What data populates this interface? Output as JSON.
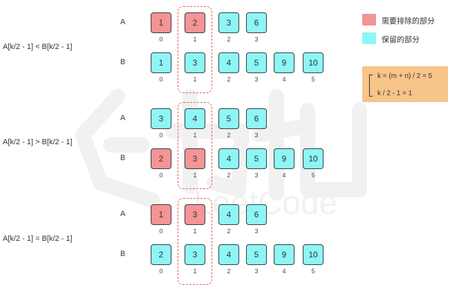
{
  "legend": {
    "remove_label": "需要排除的部分",
    "keep_label": "保留的部分",
    "remove_color": "#f49494",
    "keep_color": "#8ef5f5"
  },
  "formula": {
    "line1": "k = (m + n) / 2 = 5",
    "line2": "k / 2 - 1 = 1"
  },
  "watermark": {
    "text": "LeetCode",
    "brand_glyphs": "力扣"
  },
  "cases": [
    {
      "condition": "A[k/2 - 1] < B[k/2 - 1]",
      "arrays": [
        {
          "label": "A",
          "cells": [
            {
              "value": "1",
              "state": "remove"
            },
            {
              "value": "2",
              "state": "remove"
            },
            {
              "value": "3",
              "state": "keep"
            },
            {
              "value": "6",
              "state": "keep"
            }
          ],
          "indices": [
            "0",
            "1",
            "2",
            "3"
          ]
        },
        {
          "label": "B",
          "cells": [
            {
              "value": "1",
              "state": "keep"
            },
            {
              "value": "3",
              "state": "keep"
            },
            {
              "value": "4",
              "state": "keep"
            },
            {
              "value": "5",
              "state": "keep"
            },
            {
              "value": "9",
              "state": "keep"
            },
            {
              "value": "10",
              "state": "keep"
            }
          ],
          "indices": [
            "0",
            "1",
            "2",
            "3",
            "4",
            "5"
          ]
        }
      ]
    },
    {
      "condition": "A[k/2 - 1] > B[k/2 - 1]",
      "arrays": [
        {
          "label": "A",
          "cells": [
            {
              "value": "3",
              "state": "keep"
            },
            {
              "value": "4",
              "state": "keep"
            },
            {
              "value": "5",
              "state": "keep"
            },
            {
              "value": "6",
              "state": "keep"
            }
          ],
          "indices": [
            "0",
            "1",
            "2",
            "3"
          ]
        },
        {
          "label": "B",
          "cells": [
            {
              "value": "2",
              "state": "remove"
            },
            {
              "value": "3",
              "state": "remove"
            },
            {
              "value": "4",
              "state": "keep"
            },
            {
              "value": "5",
              "state": "keep"
            },
            {
              "value": "9",
              "state": "keep"
            },
            {
              "value": "10",
              "state": "keep"
            }
          ],
          "indices": [
            "0",
            "1",
            "2",
            "3",
            "4",
            "5"
          ]
        }
      ]
    },
    {
      "condition": "A[k/2 - 1] = B[k/2 - 1]",
      "arrays": [
        {
          "label": "A",
          "cells": [
            {
              "value": "1",
              "state": "remove"
            },
            {
              "value": "3",
              "state": "remove"
            },
            {
              "value": "4",
              "state": "keep"
            },
            {
              "value": "6",
              "state": "keep"
            }
          ],
          "indices": [
            "0",
            "1",
            "2",
            "3"
          ]
        },
        {
          "label": "B",
          "cells": [
            {
              "value": "2",
              "state": "keep"
            },
            {
              "value": "3",
              "state": "keep"
            },
            {
              "value": "4",
              "state": "keep"
            },
            {
              "value": "5",
              "state": "keep"
            },
            {
              "value": "9",
              "state": "keep"
            },
            {
              "value": "10",
              "state": "keep"
            }
          ],
          "indices": [
            "0",
            "1",
            "2",
            "3",
            "4",
            "5"
          ]
        }
      ]
    }
  ]
}
